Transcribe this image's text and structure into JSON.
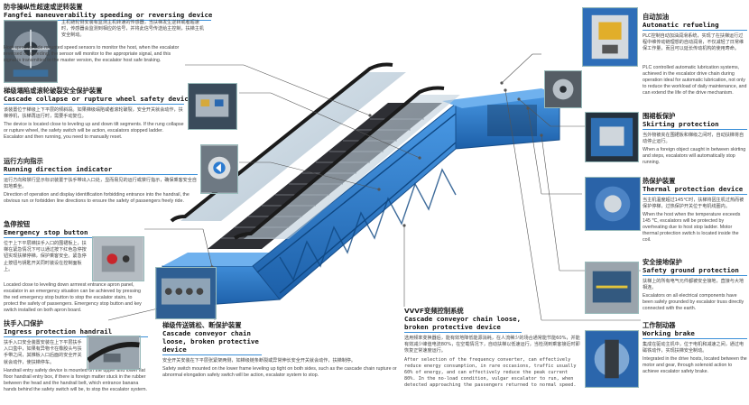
{
  "sections": {
    "host_sprocket": {
      "title_cn": "防非操纵性超速或逆转装置",
      "title_en": "Fangfei maneuverability speeding or reversing device",
      "body_cn": "主机链轮侧安装有监测主机转速的传感器，当扶梯发生逆转或者超速时，传感器会监测到相应的信号，并将此信号传送给主控制，扶梯主机安全制动。",
      "body_en": "Host sprocket side mounted speed sensors to monitor the host, when the escalator reversed or speeding, the sensor will monitor to the appropriate signal, and this signal is transmitted to the master version, the escalator host safe braking."
    },
    "cascade_collapse": {
      "title_cn": "梯级塌陷或滚轮破裂安全保护装置",
      "title_en": "Cascade collapse or rupture wheel safety device",
      "body_cn": "该装置位于梯级上下平层的倾斜段。如果梯级塌陷或者滚轮破裂，安全开关就会动作，扶梯停机，扶梯再运行时，需要手动复位。",
      "body_en": "The device is located close to leveling up and down tilt segments. If the rung collapse or rupture wheel, the safety switch will be action, escalators stopped ladder. Escalator and then running, you need to manually reset."
    },
    "running_direction": {
      "title_cn": "运行方向指示",
      "title_en": "Running direction indicator",
      "body_cn": "运行方向和禁行显示标识装置于扶手带出入口处，显而易见的运行或禁行指示，确保乘客安全自如地乘坐。",
      "body_en": "Direction of operation and display identification forbidding entrance into the handrail, the obvious run or forbidden line directions to ensure the safety of passengers freely ride."
    },
    "emergency_stop": {
      "title_cn": "急停按钮",
      "title_en": "Emergency stop button",
      "body_cn": "位于上下平层梯扶手入口的围裙板上，扶梯在紧急情况下可以通过按下红色急停按钮实现扶梯停梯，保护乘客安全。紧急停止按钮与钥匙开关同时装设在控制面板上。",
      "body_en": "Located close to leveling down armrest entrance apron panel, escalator in an emergency situation can be achieved by pressing the red emergency stop button to stop the escalator stairs, to protect the safety of passengers. Emergency stop button and key switch installed on both apron board."
    },
    "ingress_protection": {
      "title_cn": "扶手入口保护",
      "title_en": "Ingress protection handrail",
      "body_cn": "扶手入口安全装置安装在上下平层扶手入口盒中，如果有异物卡在橡胶头与扶手带之间，其推板入口后面的安全开关就会动作，使扶梯停车。",
      "body_en": "Handrail entry safety device is mounted on the upper and lower flat floor handrail entry box, if there is foreign matter stuck in the rubber between the head and the handrail belt, which entrance banana hands behind the safety switch will be, to stop the escalator system."
    },
    "cascade_conveyor_chain": {
      "title_cn": "梯级传送链松、断保护装置",
      "title_en": "Cascade conveyor chain loose, broken protective device",
      "body_cn": "安全开关安装在下平层张紧架两侧，如梯级链条断裂或异常伸长安全开关就会动作，扶梯制停。",
      "body_en": "Safety switch mounted on the lower frame leveling up tight on both sides, such as the cascade chain rupture or abnormal elongation safety switch will be action, escalator system to stop."
    },
    "vvvf": {
      "title_cn": "VVVF变频控制系统",
      "title_en": "Cascade conveyor chain loose, broken protective device",
      "body_cn": "选用频率变换器后，能有效地降低能源消耗，在人流稀少的场合通常能节能60%，并能有效减少峰值电流80%，在空载情况下，自动扶梯以低速运行，当检测到乘客接近时即恢复正常速度运行。",
      "body_en": "After selection of the frequency converter, can effectively reduce energy consumption, in rare occasions, traffic usually 60% of energy, and can effectively reduce the peak current 80%. In the no-load condition, vulgar escalator to run, when detected approaching the passengers returned to normal speed."
    },
    "auto_refueling": {
      "title_cn": "自动加油",
      "title_en": "Automatic refueling",
      "body_cn": "PLC控制自动加油润滑系统，实现了在扶梯运行过程中维传动链理想的自动润滑，不仅减轻了日常维保工作量，而且可以延长传动机构的使用寿命。",
      "body_en": "PLC controlled automatic lubrication systems, achieved in the escalator drive chain during operation ideal for automatic lubrication, not only to reduce the workload of daily maintenance, and can extend the life of the drive mechanism."
    },
    "skirting": {
      "title_cn": "围裙板保护",
      "title_en": "Skirting protection",
      "body_cn": "当外物被夹在围裙板和梯级之间时，自动扶梯将自动停止运行。",
      "body_en": "When a foreign object caught in between skirting and steps, escalators will automatically stop running."
    },
    "thermal": {
      "title_cn": "热保护装置",
      "title_en": "Thermal protection device",
      "body_cn": "当主机温度超过145℃时，扶梯将因主机过热而被保护停梯，过热保护开关位于电机线圈内。",
      "body_en": "When the host when the temperature exceeds 145 ℃, escalators will be protected by overheating due to host stop ladder. Motor thermal protection switch is located inside the coil."
    },
    "ground": {
      "title_cn": "安全接地保护",
      "title_en": "Safety ground protection",
      "body_cn": "扶梯上的所有电气元件都被安全接地，直接与大地相连。",
      "body_en": "Escalators on all electrical components have been safely grounded by escalator truss directly connected with the earth."
    },
    "brake": {
      "title_cn": "工作制动器",
      "title_en": "Working brake",
      "body_cn": "集成在驱动主机中，位于电机和减速之间，通过电磁铁动作，实现扶梯安全制动。",
      "body_en": "Integrated in the drive hosts, located between the motor and gear, through solenoid action to achieve escalator safety brake."
    }
  },
  "colors": {
    "truss": "#2f7fd0",
    "truss_dark": "#1c5fa8",
    "accent": "#1a6ec4",
    "leader": "#555555"
  },
  "icons": [
    "sprocket-photo",
    "collapse-photo",
    "direction-photo",
    "emergency-photo",
    "handrail-photo",
    "chain-photo",
    "refuel-photo",
    "skirt-photo",
    "thermal-photo",
    "ground-photo",
    "brake-photo"
  ]
}
